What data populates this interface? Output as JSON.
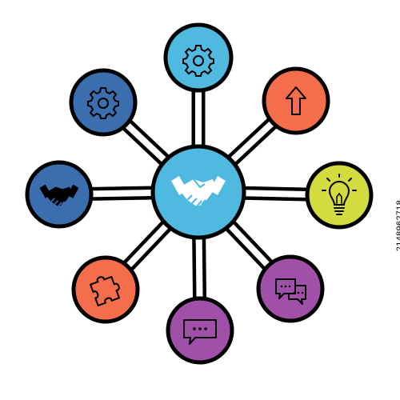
{
  "diagram": {
    "center": {
      "icon": "handshake-icon",
      "fill": "#4fb9e0"
    },
    "nodes": [
      {
        "id": "top",
        "icon": "gear-icon",
        "fill": "#4fb9e0"
      },
      {
        "id": "upper-right",
        "icon": "arrow-up-icon",
        "fill": "#f46e4c"
      },
      {
        "id": "right",
        "icon": "lightbulb-icon",
        "fill": "#d3dc3f"
      },
      {
        "id": "lower-right",
        "icon": "chat-bubbles-icon",
        "fill": "#a150a9"
      },
      {
        "id": "bottom",
        "icon": "speech-bubble-icon",
        "fill": "#a150a9"
      },
      {
        "id": "lower-left",
        "icon": "puzzle-piece-icon",
        "fill": "#f46e4c"
      },
      {
        "id": "left",
        "icon": "handshake-icon",
        "fill": "#3b6eae"
      },
      {
        "id": "upper-left",
        "icon": "gear-icon",
        "fill": "#3b6eae"
      }
    ],
    "outline_color": "#000000"
  },
  "watermark": {
    "stock_id": "2148962718"
  }
}
